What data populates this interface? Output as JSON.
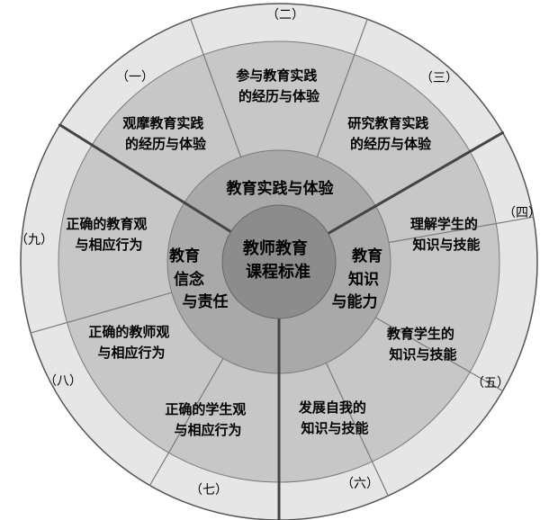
{
  "center": {
    "lines": [
      "教师教育",
      "课程标准"
    ]
  },
  "domains": {
    "practice": {
      "lines": [
        "教育实践与体验"
      ]
    },
    "knowledge": {
      "lines": [
        "教育",
        "知识",
        "与能力"
      ]
    },
    "belief": {
      "lines": [
        "教育",
        "信念",
        "与责任"
      ]
    }
  },
  "segments": [
    {
      "num": "（一）",
      "lines": [
        "观摩教育实践",
        "的经历与体验"
      ]
    },
    {
      "num": "（二）",
      "lines": [
        "参与教育实践",
        "的经历与体验"
      ]
    },
    {
      "num": "（三）",
      "lines": [
        "研究教育实践",
        "的经历与体验"
      ]
    },
    {
      "num": "（四）",
      "lines": [
        "理解学生的",
        "知识与技能"
      ]
    },
    {
      "num": "（五）",
      "lines": [
        "教育学生的",
        "知识与技能"
      ]
    },
    {
      "num": "（六）",
      "lines": [
        "发展自我的",
        "知识与技能"
      ]
    },
    {
      "num": "（七）",
      "lines": [
        "正确的学生观",
        "与相应行为"
      ]
    },
    {
      "num": "（八）",
      "lines": [
        "正确的教师观",
        "与相应行为"
      ]
    },
    {
      "num": "（九）",
      "lines": [
        "正确的教育观",
        "与相应行为"
      ]
    }
  ],
  "colors": {
    "outer_ring": "#e6e6e6",
    "segments_ring": "#c7c7c7",
    "domains_ring": "#a9a9a9",
    "center": "#8c8c8c",
    "thin_line": "#7a7a7a",
    "divider": "#444444"
  }
}
